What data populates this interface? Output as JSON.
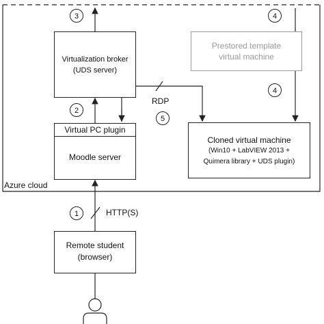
{
  "markers": {
    "m1": "1",
    "m2": "2",
    "m3": "3",
    "m4a": "4",
    "m4b": "4",
    "m5": "5"
  },
  "broker": {
    "line1": "Virtualization broker",
    "line2": "(UDS server)"
  },
  "template_vm": {
    "line1": "Prestored template",
    "line2": "virtual machine"
  },
  "plugin": {
    "label": "Virtual PC plugin"
  },
  "moodle": {
    "label": "Moodle server"
  },
  "cloned_vm": {
    "title": "Cloned virtual machine",
    "line1": "(Win10 + LabVIEW 2013 +",
    "line2": "Quimera library + UDS plugin)"
  },
  "cloud": {
    "label": "Azure cloud"
  },
  "links": {
    "rdp": "RDP",
    "http": "HTTP(S)"
  },
  "student": {
    "line1": "Remote student",
    "line2": "(browser)"
  },
  "colors": {
    "line": "#222222",
    "muted": "#9a9a9a"
  }
}
